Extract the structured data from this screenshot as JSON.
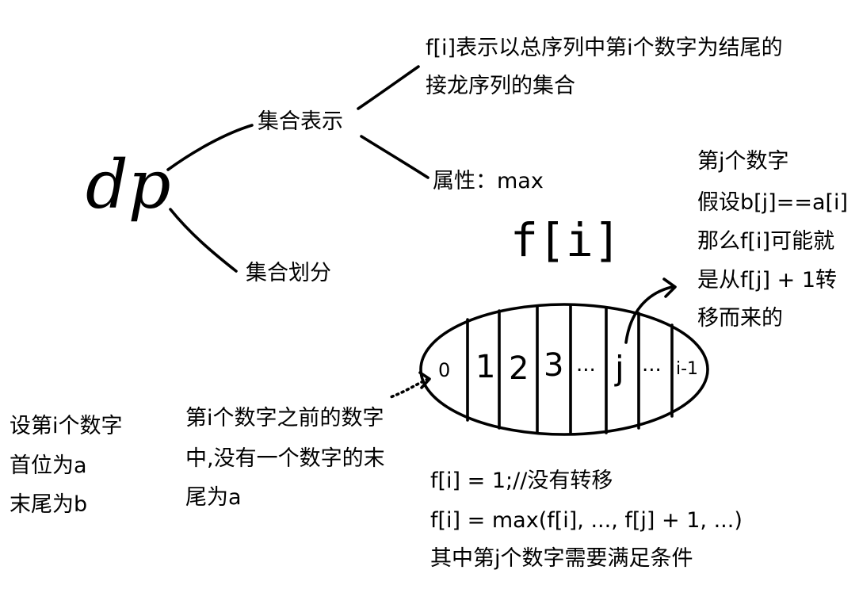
{
  "root": {
    "label": "dp"
  },
  "branch_set_representation": {
    "label": "集合表示",
    "definition_line1": "f[i]表示以总序列中第i个数字为结尾的",
    "definition_line2": "接龙序列的集合",
    "property": "属性：max"
  },
  "branch_set_partition": {
    "label": "集合划分"
  },
  "handwritten_fi": "f[i]",
  "sequence": {
    "cells": [
      "0",
      "1",
      "2",
      "3",
      "...",
      "j",
      "...",
      "i-1"
    ]
  },
  "note_right": [
    "第j个数字",
    "假设b[j]==a[i]",
    "那么f[i]可能就",
    "是从f[j] + 1转",
    "移而来的"
  ],
  "note_left": [
    "设第i个数字",
    "首位为a",
    "末尾为b"
  ],
  "note_middle": [
    "第i个数字之前的数字",
    "中,没有一个数字的末",
    "尾为a"
  ],
  "formulas": [
    "f[i] = 1;//没有转移",
    "f[i] = max(f[i], ..., f[j] + 1, ...)",
    "其中第j个数字需要满足条件"
  ]
}
